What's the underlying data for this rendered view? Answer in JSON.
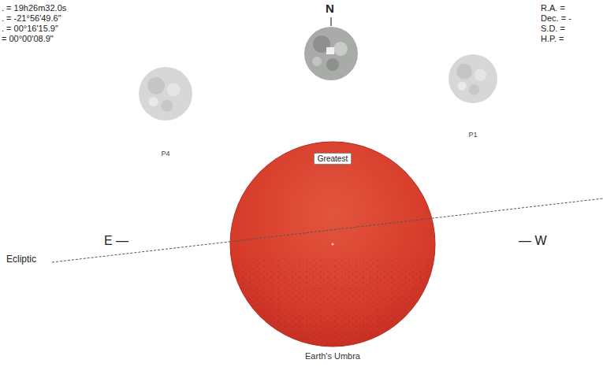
{
  "diagram": {
    "nodes": [
      {
        "text": [
          "Earth's Umbra"
        ]
      },
      {
        "text": [
          "Greatest"
        ],
        "in": 0
      },
      {
        "text": [
          "P4"
        ]
      },
      {
        "text": [
          "P1"
        ]
      }
    ],
    "labels": [
      ". = 19h26m32.0s",
      ". = -21°56'49.6\"",
      ". = 00°16'15.9\"",
      "= 00°00'08.9\"",
      "R.A. =",
      "Dec. = -",
      "S.D. =",
      "H.P. =",
      "N",
      "E —",
      "— W",
      "Ecliptic"
    ]
  }
}
